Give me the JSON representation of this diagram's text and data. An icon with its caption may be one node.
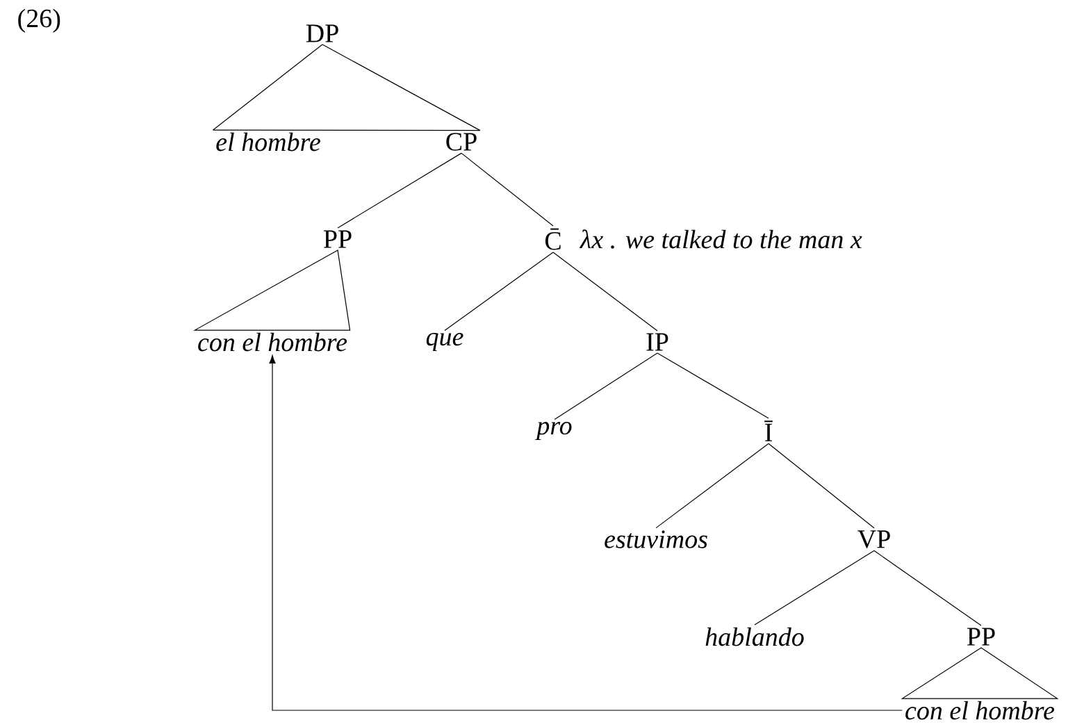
{
  "diagram": {
    "nodes": [
      {
        "text": [
          "DP"
        ]
      },
      {
        "text": [
          "el hombre"
        ]
      },
      {
        "text": [
          "CP"
        ]
      },
      {
        "text": [
          "PP"
        ]
      },
      {
        "text": [
          "C̄"
        ],
        "beside": [
          "λx . we talked to the man x"
        ]
      },
      {
        "text": [
          "con el hombre"
        ]
      },
      {
        "text": [
          "que"
        ]
      },
      {
        "text": [
          "IP"
        ]
      },
      {
        "text": [
          "pro"
        ]
      },
      {
        "text": [
          "Ī"
        ]
      },
      {
        "text": [
          "estuvimos"
        ]
      },
      {
        "text": [
          "VP"
        ]
      },
      {
        "text": [
          "hablando"
        ]
      },
      {
        "text": [
          "PP"
        ]
      },
      {
        "text": [
          "con el hombre"
        ]
      }
    ],
    "edges": [
      {
        "from": 0,
        "to": 1,
        "arrow": "none"
      },
      {
        "from": 0,
        "to": 2,
        "arrow": "none"
      },
      {
        "from": 2,
        "to": 3,
        "arrow": "none"
      },
      {
        "from": 2,
        "to": 4,
        "arrow": "none"
      },
      {
        "from": 3,
        "to": 5,
        "arrow": "none"
      },
      {
        "from": 4,
        "to": 6,
        "arrow": "none"
      },
      {
        "from": 4,
        "to": 7,
        "arrow": "none"
      },
      {
        "from": 7,
        "to": 8,
        "arrow": "none"
      },
      {
        "from": 7,
        "to": 9,
        "arrow": "none"
      },
      {
        "from": 9,
        "to": 10,
        "arrow": "none"
      },
      {
        "from": 9,
        "to": 11,
        "arrow": "none"
      },
      {
        "from": 11,
        "to": 12,
        "arrow": "none"
      },
      {
        "from": 11,
        "to": 13,
        "arrow": "none"
      },
      {
        "from": 13,
        "to": 14,
        "arrow": "none"
      },
      {
        "from": 14,
        "to": 5,
        "arrow": "to"
      }
    ],
    "labels": [
      "(26)"
    ]
  }
}
